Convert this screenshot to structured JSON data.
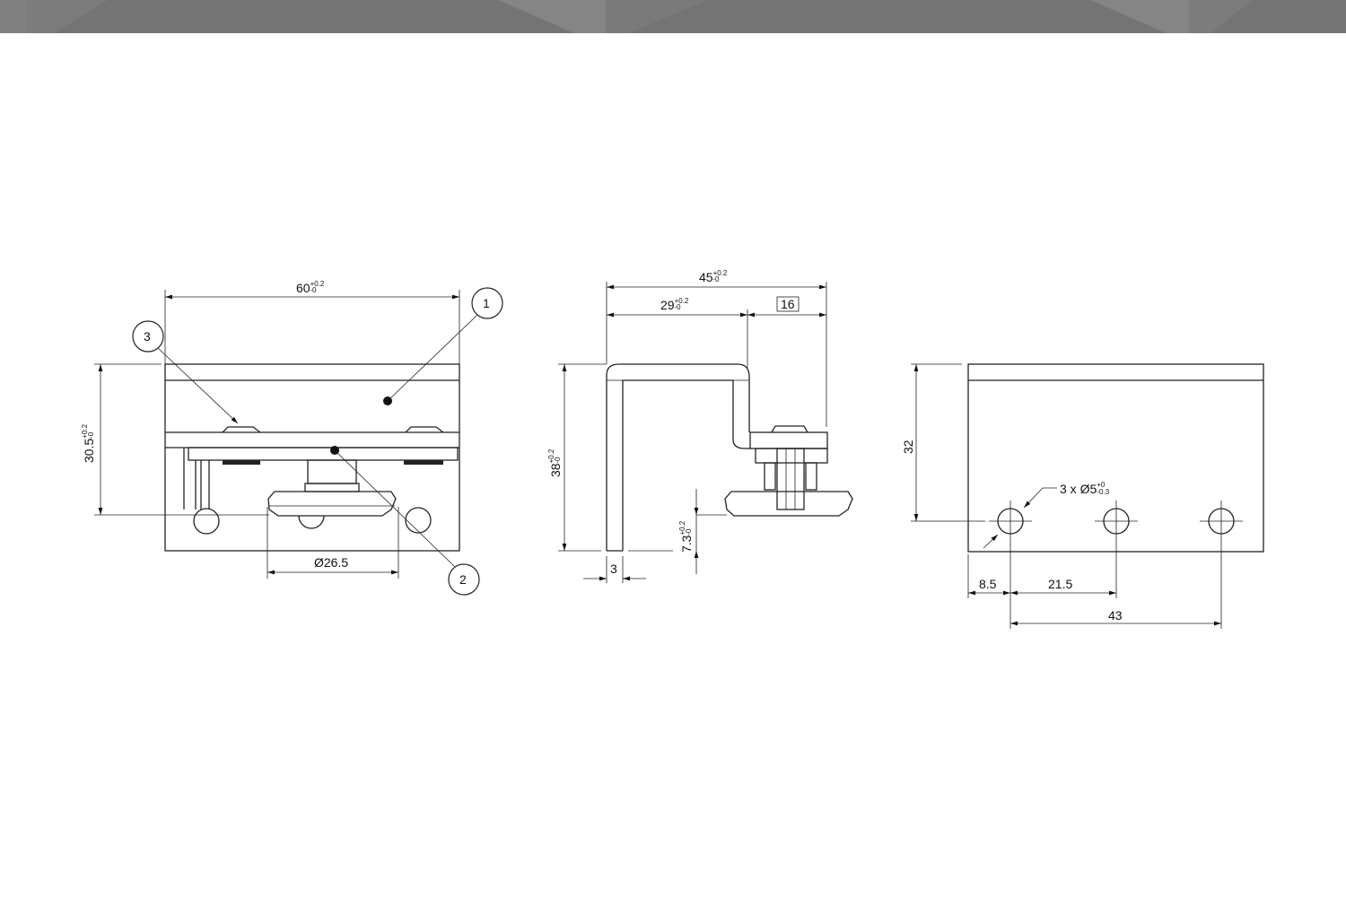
{
  "header": {
    "color": "#747474"
  },
  "front_view": {
    "width_dim": {
      "value": "60",
      "tol_upper": "+0.2",
      "tol_lower": "-0"
    },
    "height_dim": {
      "value": "30.5",
      "tol_upper": "+0.2",
      "tol_lower": "-0"
    },
    "wheel_dim": {
      "value": "Ø26.5"
    },
    "balloons": [
      "1",
      "2",
      "3"
    ]
  },
  "side_view": {
    "overall_dim": {
      "value": "45",
      "tol_upper": "+0.2",
      "tol_lower": "-0"
    },
    "inner_dim": {
      "value": "29",
      "tol_upper": "+0.2",
      "tol_lower": "-0"
    },
    "boxed_dim": "16",
    "height_dim": {
      "value": "38",
      "tol_upper": "+0.2",
      "tol_lower": "-0"
    },
    "offset_dim": {
      "value": "7.3",
      "tol_upper": "+0.2",
      "tol_lower": "-0"
    },
    "thickness_dim": "3"
  },
  "hole_view": {
    "height_dim": "32",
    "hole_callout": {
      "value": "3 x Ø5",
      "tol_upper": "+0",
      "tol_lower": "-0.3"
    },
    "edge_dim": "8.5",
    "pitch_dim": "21.5",
    "span_dim": "43"
  }
}
